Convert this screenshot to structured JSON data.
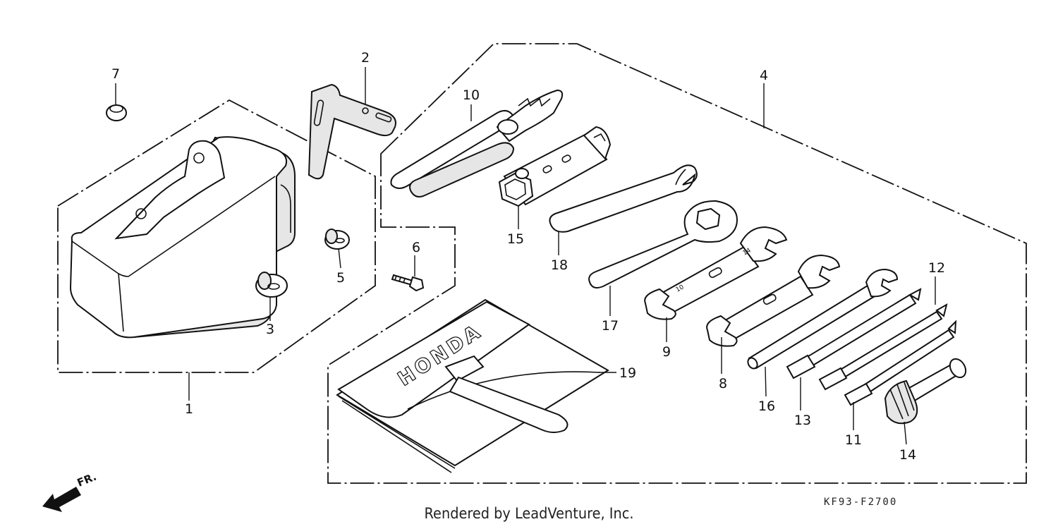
{
  "callouts": [
    "1",
    "2",
    "3",
    "4",
    "5",
    "6",
    "7",
    "8",
    "9",
    "10",
    "11",
    "12",
    "13",
    "14",
    "15",
    "16",
    "17",
    "18",
    "19"
  ],
  "pouch_brand": "HONDA",
  "direction_label": "FR.",
  "diagram_code": "KF93-F2700",
  "footer_credit": "Rendered by LeadVenture, Inc.",
  "colors": {
    "line": "#111111",
    "shade": "#e6e6e6",
    "background": "#ffffff"
  }
}
